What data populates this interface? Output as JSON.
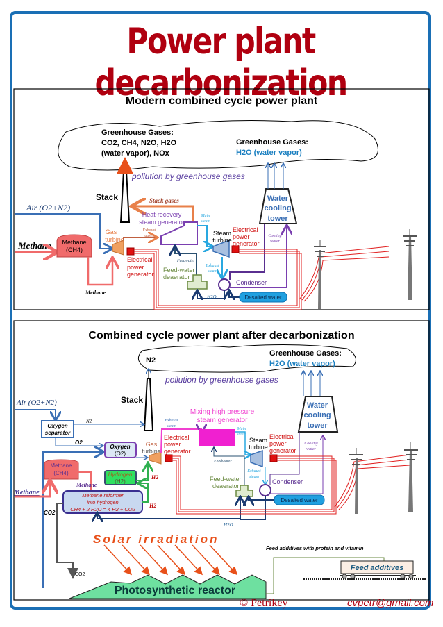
{
  "title": "Power plant decarbonization",
  "top_panel": {
    "title": "Modern combined cycle power plant",
    "cloud_left": {
      "line1": "Greenhouse Gases:",
      "line2": "CO2, CH4, N2O, H2O",
      "line3": "(water vapor), NOx"
    },
    "cloud_right": {
      "line1": "Greenhouse Gases:",
      "line2": "H2O (water vapor)"
    },
    "pollution": "pollution by greenhouse gases",
    "stack": "Stack",
    "stack_gases": "Stack gases",
    "air": "Air (O2+N2)",
    "methane_in": "Methane",
    "methane_tank": {
      "line1": "Methane",
      "line2": "(CH4)"
    },
    "methane_pipe": "Methane",
    "gas_turbine": {
      "line1": "Gas",
      "line2": "turbine"
    },
    "exhaust_gases": {
      "line1": "Exhaust",
      "line2": "gases"
    },
    "hrsg": {
      "line1": "Heat-recovery",
      "line2": "steam generator"
    },
    "main_steam": {
      "line1": "Main",
      "line2": "steam"
    },
    "steam_turbine": {
      "line1": "Steam",
      "line2": "turbine"
    },
    "gen1": {
      "line1": "Electrical",
      "line2": "power",
      "line3": "generator"
    },
    "gen2": {
      "line1": "Electrical",
      "line2": "power",
      "line3": "generator"
    },
    "feedwater": "Feedwater",
    "deaerator": {
      "line1": "Feed-water",
      "line2": "deaerator"
    },
    "exhaust_steam": {
      "line1": "Exhaust",
      "line2": "steam"
    },
    "condenser": "Condenser",
    "h2o": "H2O",
    "desalted": "Desalted water",
    "cooling_tower": {
      "line1": "Water",
      "line2": "cooling",
      "line3": "tower"
    },
    "cooling_water": {
      "line1": "Cooling",
      "line2": "water"
    }
  },
  "bottom_panel": {
    "title": "Combined cycle power plant after decarbonization",
    "cloud_left": "N2",
    "cloud_right": {
      "line1": "Greenhouse Gases:",
      "line2": "H2O (water vapor)"
    },
    "pollution": "pollution by greenhouse gases",
    "stack": "Stack",
    "air": "Air (O2+N2)",
    "oxygen_separator": {
      "line1": "Oxygen",
      "line2": "separator"
    },
    "n2": "N2",
    "o2": "O2",
    "oxygen": {
      "line1": "Oxygen",
      "line2": "(O2)"
    },
    "methane_tank": {
      "line1": "Methane",
      "line2": "(CH4)"
    },
    "methane_in": "Methane",
    "methane_pipe": "Methane",
    "hydrogen": {
      "line1": "Hydrogen",
      "line2": "(H2)"
    },
    "h2a": "H2",
    "h2b": "H2",
    "reformer": {
      "line1": "Methane reformer",
      "line2": "into hydrogen",
      "line3": "CH4 + 2 H2O = 4 H2 + CO2"
    },
    "co2a": "CO2",
    "co2b": "CO2",
    "gas_turbine": {
      "line1": "Gas",
      "line2": "turbine"
    },
    "gen1": {
      "line1": "Electrical",
      "line2": "power",
      "line3": "generator"
    },
    "exhaust_steam1": {
      "line1": "Exhaust",
      "line2": "steam"
    },
    "mixing": {
      "line1": "Mixing high pressure",
      "line2": "steam generator"
    },
    "main_steam": {
      "line1": "Main",
      "line2": "steam"
    },
    "steam_turbine": {
      "line1": "Steam",
      "line2": "turbine"
    },
    "gen2": {
      "line1": "Electrical",
      "line2": "power",
      "line3": "generator"
    },
    "feedwater": "Feedwater",
    "exhaust_steam2": {
      "line1": "Exhaust",
      "line2": "steam"
    },
    "deaerator": {
      "line1": "Feed-water",
      "line2": "deaerator"
    },
    "condenser": "Condenser",
    "desalted": "Desalted water",
    "h2o": "H2O",
    "cooling_tower": {
      "line1": "Water",
      "line2": "cooling",
      "line3": "tower"
    },
    "cooling_water": {
      "line1": "Cooling",
      "line2": "water"
    },
    "solar": "Solar irradiation",
    "reactor": "Photosynthetic reactor",
    "feed_note": "Feed additives with protein and vitamin",
    "feed_box": "Feed additives"
  },
  "footer": {
    "copyright": "© Petrikey",
    "email": "cvpetr@gmail.com"
  },
  "colors": {
    "title": "#b00010",
    "frame": "#1a6fb5",
    "methane": "#f06b6b",
    "air": "#3a6fb5",
    "hrsg": "#7a3fb0",
    "steam": "#29a8e0",
    "electric": "#e02020",
    "stack_gases": "#e8804a",
    "mixing": "#f040d0",
    "hydrogen": "#30d050",
    "reactor": "#6ee0a0"
  }
}
